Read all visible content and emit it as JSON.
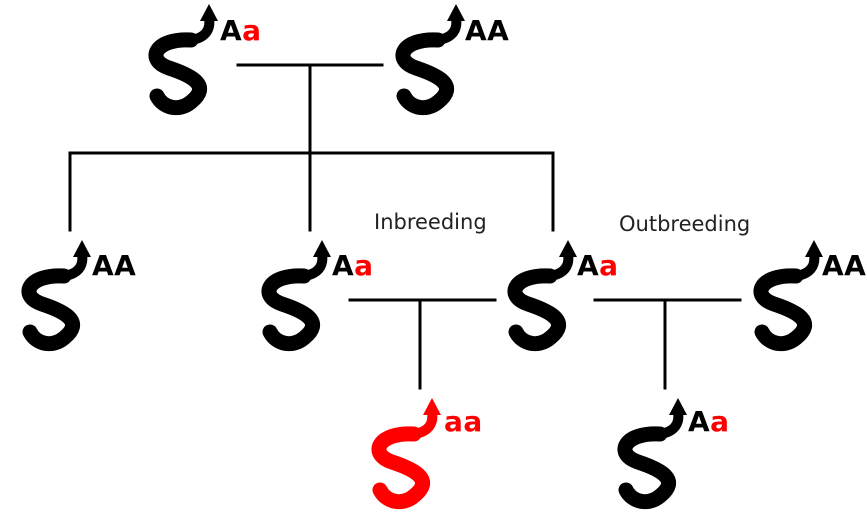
{
  "colors": {
    "dominant": "#000000",
    "recessive": "#ff0000",
    "lines": "#000000"
  },
  "labels": {
    "inbreeding": "Inbreeding",
    "outbreeding": "Outbreeding"
  },
  "individuals": {
    "parent_1": {
      "icon": "snake-icon",
      "allele_1": "A",
      "allele_2": "a",
      "color": "#000000"
    },
    "parent_2": {
      "icon": "snake-icon",
      "allele_1": "A",
      "allele_2": "A",
      "color": "#000000"
    },
    "child_1": {
      "icon": "snake-icon",
      "allele_1": "A",
      "allele_2": "A",
      "color": "#000000"
    },
    "child_2": {
      "icon": "snake-icon",
      "allele_1": "A",
      "allele_2": "a",
      "color": "#000000"
    },
    "child_3": {
      "icon": "snake-icon",
      "allele_1": "A",
      "allele_2": "a",
      "color": "#000000"
    },
    "outsider": {
      "icon": "snake-icon",
      "allele_1": "A",
      "allele_2": "A",
      "color": "#000000"
    },
    "inbred_offspring": {
      "icon": "snake-icon",
      "allele_1": "a",
      "allele_2": "a",
      "color": "#ff0000"
    },
    "outbred_offspring": {
      "icon": "snake-icon",
      "allele_1": "A",
      "allele_2": "a",
      "color": "#000000"
    }
  }
}
